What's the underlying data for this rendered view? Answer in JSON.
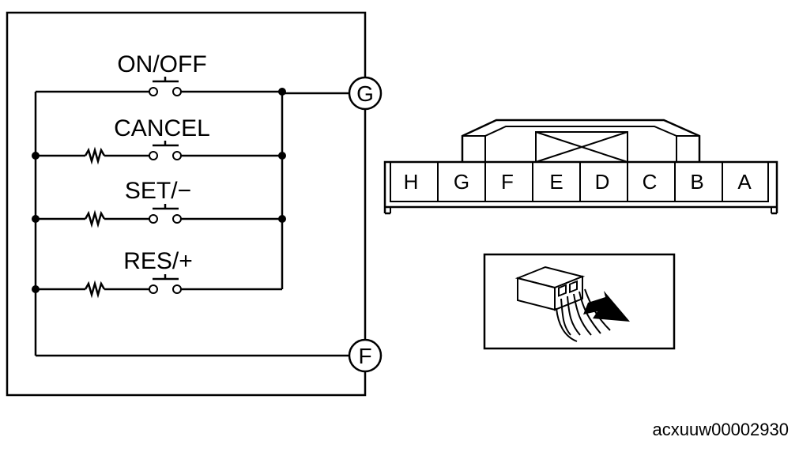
{
  "switches": [
    {
      "label": "ON/OFF"
    },
    {
      "label": "CANCEL"
    },
    {
      "label": "SET/−"
    },
    {
      "label": "RES/+"
    }
  ],
  "terminals": {
    "top": "G",
    "bottom": "F"
  },
  "connector": {
    "pins": [
      "H",
      "G",
      "F",
      "E",
      "D",
      "C",
      "B",
      "A"
    ]
  },
  "figure_code": "acxuuw00002930"
}
